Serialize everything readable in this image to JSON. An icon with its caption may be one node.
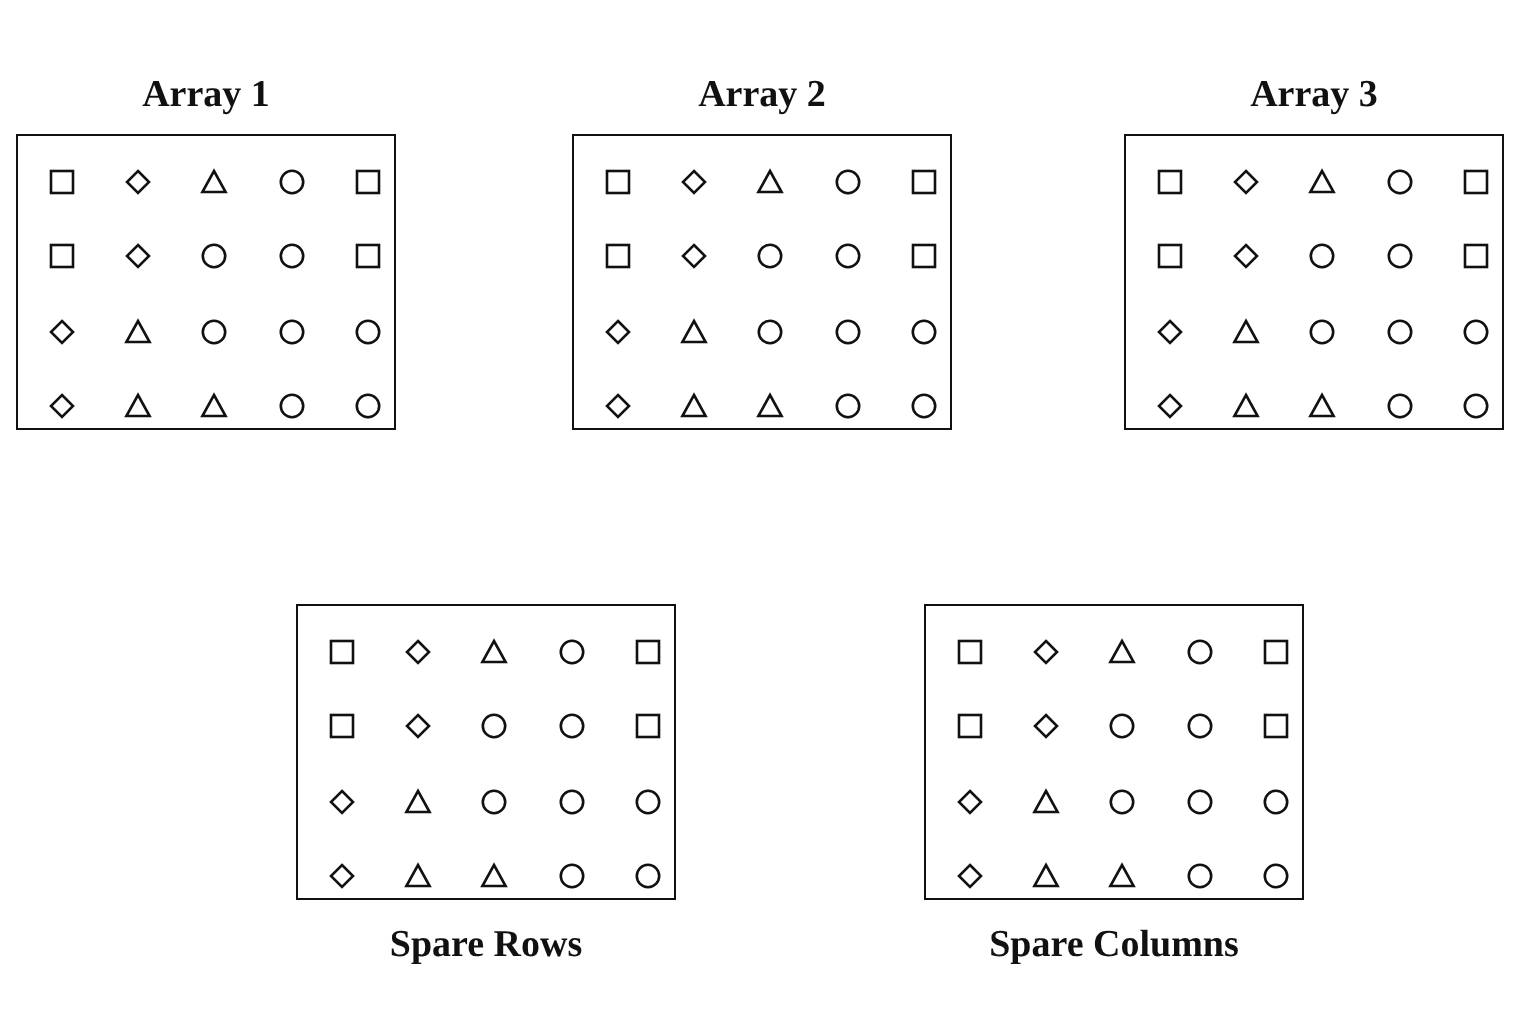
{
  "diagram": {
    "nodes": [
      {
        "text": [
          "Array 1"
        ]
      },
      {
        "text": [],
        "shape": "box",
        "in": 0
      },
      {
        "text": [],
        "shape": "diamond",
        "in": 0
      },
      {
        "text": [],
        "shape": "triangle",
        "in": 0
      },
      {
        "text": [],
        "shape": "circle",
        "in": 0
      },
      {
        "text": [],
        "shape": "box",
        "in": 0
      },
      {
        "text": [],
        "shape": "box",
        "in": 0
      },
      {
        "text": [],
        "shape": "diamond",
        "in": 0
      },
      {
        "text": [],
        "shape": "circle",
        "in": 0
      },
      {
        "text": [],
        "shape": "circle",
        "in": 0
      },
      {
        "text": [],
        "shape": "box",
        "in": 0
      },
      {
        "text": [],
        "shape": "diamond",
        "in": 0
      },
      {
        "text": [],
        "shape": "triangle",
        "in": 0
      },
      {
        "text": [],
        "shape": "circle",
        "in": 0
      },
      {
        "text": [],
        "shape": "circle",
        "in": 0
      },
      {
        "text": [],
        "shape": "circle",
        "in": 0
      },
      {
        "text": [],
        "shape": "diamond",
        "in": 0
      },
      {
        "text": [],
        "shape": "triangle",
        "in": 0
      },
      {
        "text": [],
        "shape": "triangle",
        "in": 0
      },
      {
        "text": [],
        "shape": "circle",
        "in": 0
      },
      {
        "text": [],
        "shape": "circle",
        "in": 0
      },
      {
        "text": [
          "Array 2"
        ]
      },
      {
        "text": [],
        "shape": "box",
        "in": 21
      },
      {
        "text": [],
        "shape": "diamond",
        "in": 21
      },
      {
        "text": [],
        "shape": "triangle",
        "in": 21
      },
      {
        "text": [],
        "shape": "circle",
        "in": 21
      },
      {
        "text": [],
        "shape": "box",
        "in": 21
      },
      {
        "text": [],
        "shape": "box",
        "in": 21
      },
      {
        "text": [],
        "shape": "diamond",
        "in": 21
      },
      {
        "text": [],
        "shape": "circle",
        "in": 21
      },
      {
        "text": [],
        "shape": "circle",
        "in": 21
      },
      {
        "text": [],
        "shape": "box",
        "in": 21
      },
      {
        "text": [],
        "shape": "diamond",
        "in": 21
      },
      {
        "text": [],
        "shape": "triangle",
        "in": 21
      },
      {
        "text": [],
        "shape": "circle",
        "in": 21
      },
      {
        "text": [],
        "shape": "circle",
        "in": 21
      },
      {
        "text": [],
        "shape": "circle",
        "in": 21
      },
      {
        "text": [],
        "shape": "diamond",
        "in": 21
      },
      {
        "text": [],
        "shape": "triangle",
        "in": 21
      },
      {
        "text": [],
        "shape": "triangle",
        "in": 21
      },
      {
        "text": [],
        "shape": "circle",
        "in": 21
      },
      {
        "text": [],
        "shape": "circle",
        "in": 21
      },
      {
        "text": [
          "Array 3"
        ]
      },
      {
        "text": [],
        "shape": "box",
        "in": 42
      },
      {
        "text": [],
        "shape": "diamond",
        "in": 42
      },
      {
        "text": [],
        "shape": "triangle",
        "in": 42
      },
      {
        "text": [],
        "shape": "circle",
        "in": 42
      },
      {
        "text": [],
        "shape": "box",
        "in": 42
      },
      {
        "text": [],
        "shape": "box",
        "in": 42
      },
      {
        "text": [],
        "shape": "diamond",
        "in": 42
      },
      {
        "text": [],
        "shape": "circle",
        "in": 42
      },
      {
        "text": [],
        "shape": "circle",
        "in": 42
      },
      {
        "text": [],
        "shape": "box",
        "in": 42
      },
      {
        "text": [],
        "shape": "diamond",
        "in": 42
      },
      {
        "text": [],
        "shape": "triangle",
        "in": 42
      },
      {
        "text": [],
        "shape": "circle",
        "in": 42
      },
      {
        "text": [],
        "shape": "circle",
        "in": 42
      },
      {
        "text": [],
        "shape": "circle",
        "in": 42
      },
      {
        "text": [],
        "shape": "diamond",
        "in": 42
      },
      {
        "text": [],
        "shape": "triangle",
        "in": 42
      },
      {
        "text": [],
        "shape": "triangle",
        "in": 42
      },
      {
        "text": [],
        "shape": "circle",
        "in": 42
      },
      {
        "text": [],
        "shape": "circle",
        "in": 42
      },
      {
        "text": [
          "Spare Rows"
        ]
      },
      {
        "text": [],
        "shape": "box",
        "in": 63
      },
      {
        "text": [],
        "shape": "diamond",
        "in": 63
      },
      {
        "text": [],
        "shape": "triangle",
        "in": 63
      },
      {
        "text": [],
        "shape": "circle",
        "in": 63
      },
      {
        "text": [],
        "shape": "box",
        "in": 63
      },
      {
        "text": [],
        "shape": "box",
        "in": 63
      },
      {
        "text": [],
        "shape": "diamond",
        "in": 63
      },
      {
        "text": [],
        "shape": "circle",
        "in": 63
      },
      {
        "text": [],
        "shape": "circle",
        "in": 63
      },
      {
        "text": [],
        "shape": "box",
        "in": 63
      },
      {
        "text": [],
        "shape": "diamond",
        "in": 63
      },
      {
        "text": [],
        "shape": "triangle",
        "in": 63
      },
      {
        "text": [],
        "shape": "circle",
        "in": 63
      },
      {
        "text": [],
        "shape": "circle",
        "in": 63
      },
      {
        "text": [],
        "shape": "circle",
        "in": 63
      },
      {
        "text": [],
        "shape": "diamond",
        "in": 63
      },
      {
        "text": [],
        "shape": "triangle",
        "in": 63
      },
      {
        "text": [],
        "shape": "triangle",
        "in": 63
      },
      {
        "text": [],
        "shape": "circle",
        "in": 63
      },
      {
        "text": [],
        "shape": "circle",
        "in": 63
      },
      {
        "text": [
          "Spare Columns"
        ]
      },
      {
        "text": [],
        "shape": "box",
        "in": 84
      },
      {
        "text": [],
        "shape": "diamond",
        "in": 84
      },
      {
        "text": [],
        "shape": "triangle",
        "in": 84
      },
      {
        "text": [],
        "shape": "circle",
        "in": 84
      },
      {
        "text": [],
        "shape": "box",
        "in": 84
      },
      {
        "text": [],
        "shape": "box",
        "in": 84
      },
      {
        "text": [],
        "shape": "diamond",
        "in": 84
      },
      {
        "text": [],
        "shape": "circle",
        "in": 84
      },
      {
        "text": [],
        "shape": "circle",
        "in": 84
      },
      {
        "text": [],
        "shape": "box",
        "in": 84
      },
      {
        "text": [],
        "shape": "diamond",
        "in": 84
      },
      {
        "text": [],
        "shape": "triangle",
        "in": 84
      },
      {
        "text": [],
        "shape": "circle",
        "in": 84
      },
      {
        "text": [],
        "shape": "circle",
        "in": 84
      },
      {
        "text": [],
        "shape": "circle",
        "in": 84
      },
      {
        "text": [],
        "shape": "diamond",
        "in": 84
      },
      {
        "text": [],
        "shape": "triangle",
        "in": 84
      },
      {
        "text": [],
        "shape": "triangle",
        "in": 84
      },
      {
        "text": [],
        "shape": "circle",
        "in": 84
      },
      {
        "text": [],
        "shape": "circle",
        "in": 84
      }
    ]
  }
}
